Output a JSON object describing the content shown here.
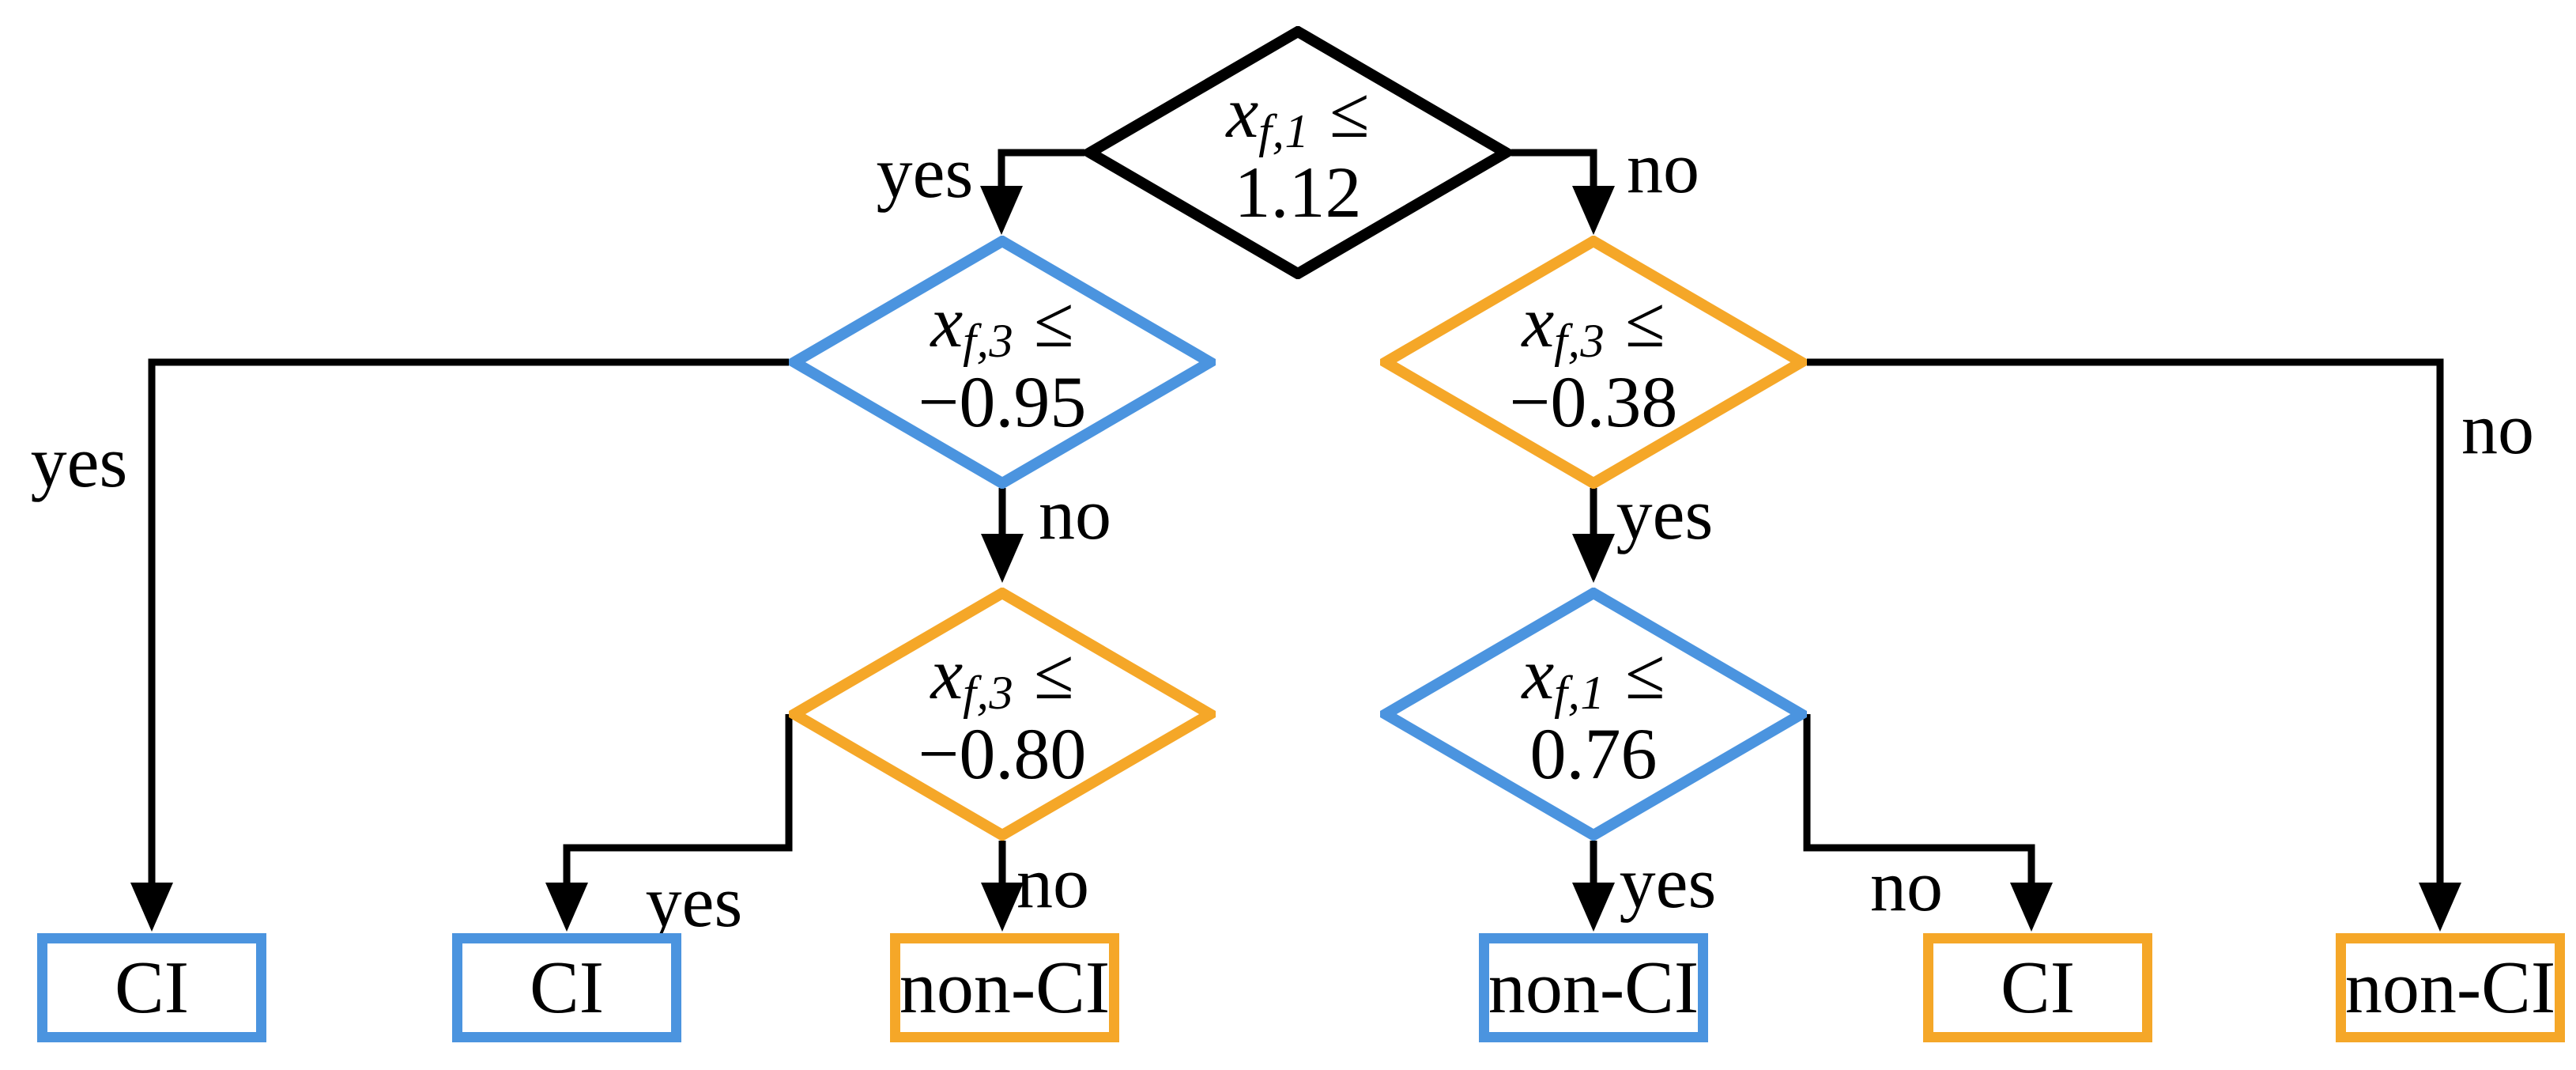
{
  "diagram": {
    "type": "decision-tree-flowchart",
    "colors": {
      "blue": "#4B94DF",
      "orange": "#F5A728",
      "line": "#000000",
      "background": "#FFFFFF"
    },
    "nodes": {
      "root": {
        "variable": "x",
        "subscript": "f,1",
        "operator": "≤",
        "threshold": "1.12",
        "color": "black"
      },
      "left": {
        "variable": "x",
        "subscript": "f,3",
        "operator": "≤",
        "threshold": "−0.95",
        "color": "blue"
      },
      "right": {
        "variable": "x",
        "subscript": "f,3",
        "operator": "≤",
        "threshold": "−0.38",
        "color": "orange"
      },
      "left_child": {
        "variable": "x",
        "subscript": "f,3",
        "operator": "≤",
        "threshold": "−0.80",
        "color": "orange"
      },
      "right_child": {
        "variable": "x",
        "subscript": "f,1",
        "operator": "≤",
        "threshold": "0.76",
        "color": "blue"
      }
    },
    "edge_labels": {
      "root_yes": "yes",
      "root_no": "no",
      "left_yes": "yes",
      "left_no": "no",
      "right_yes": "yes",
      "right_no": "no",
      "left_child_yes": "yes",
      "left_child_no": "no",
      "right_child_yes": "yes",
      "right_child_no": "no"
    },
    "leaves": [
      {
        "label": "CI",
        "color": "blue"
      },
      {
        "label": "CI",
        "color": "blue"
      },
      {
        "label": "non-CI",
        "color": "orange"
      },
      {
        "label": "non-CI",
        "color": "blue"
      },
      {
        "label": "CI",
        "color": "orange"
      },
      {
        "label": "non-CI",
        "color": "orange"
      }
    ]
  }
}
